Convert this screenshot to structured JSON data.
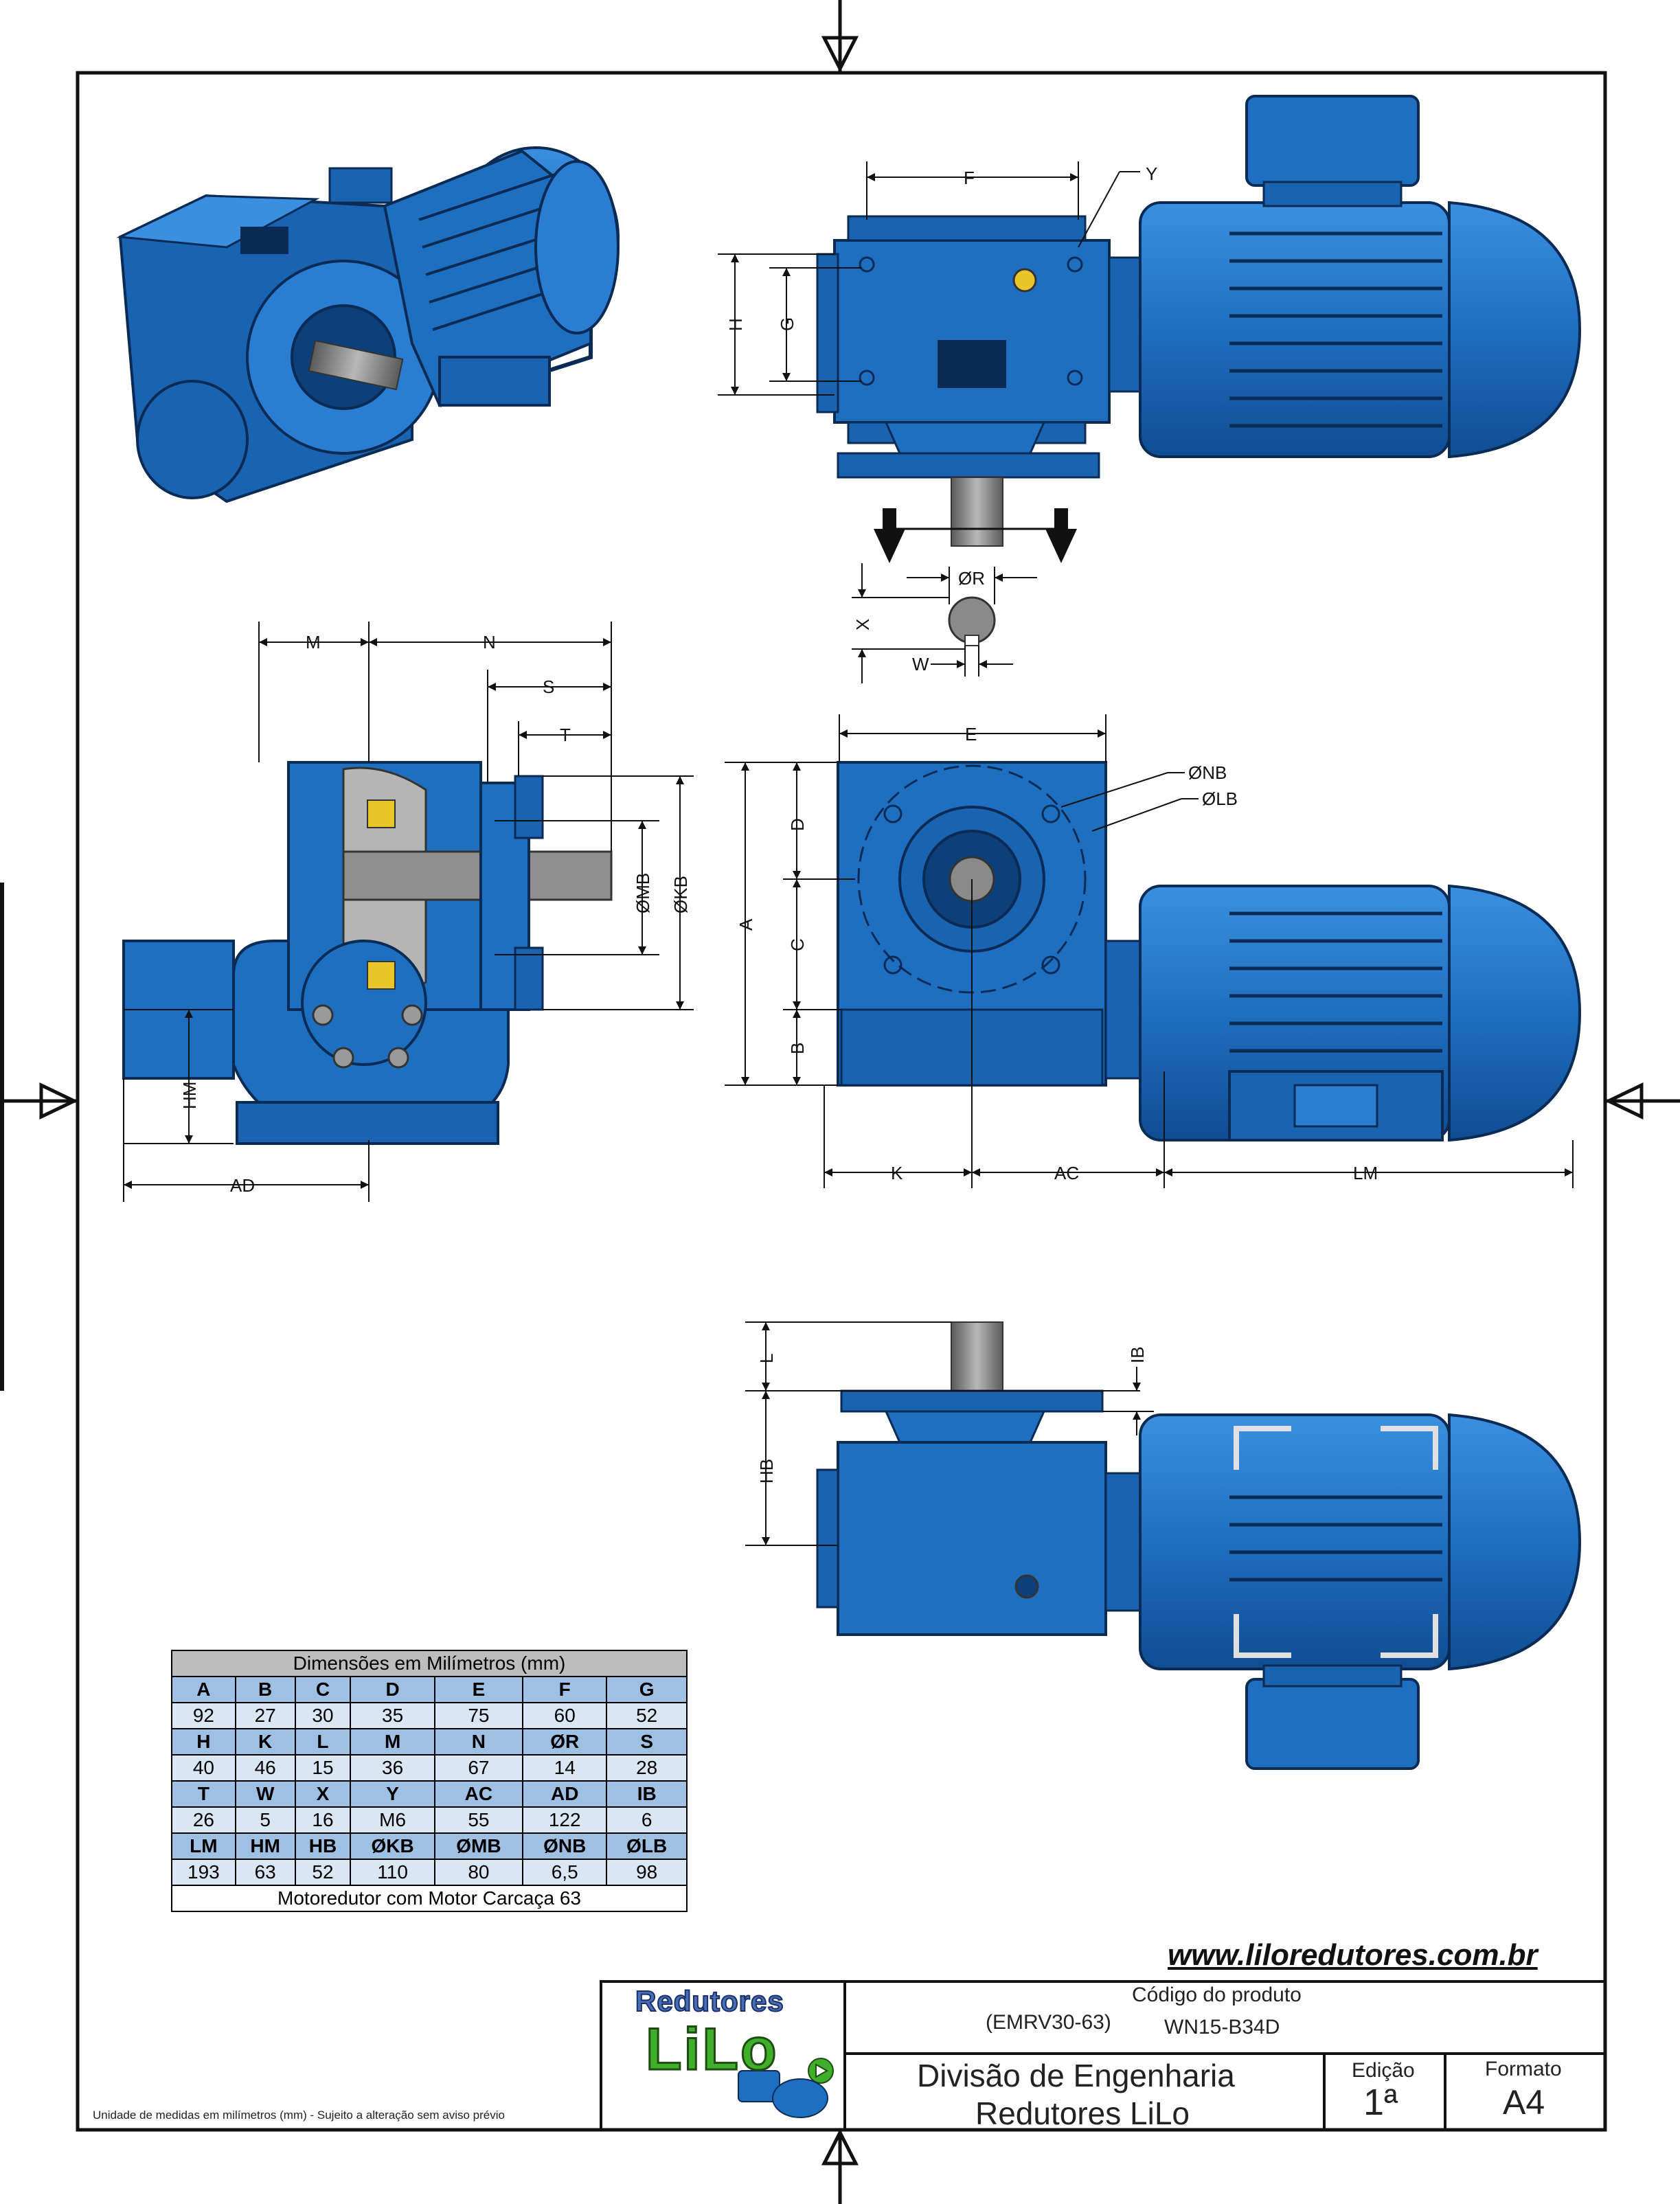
{
  "drawing": {
    "labels": {
      "F": "F",
      "Y": "Y",
      "H": "H",
      "G": "G",
      "R": "ØR",
      "X": "X",
      "W": "W",
      "M": "M",
      "N": "N",
      "S": "S",
      "T": "T",
      "MB": "ØMB",
      "KB": "ØKB",
      "HM": "HM",
      "AD": "AD",
      "E": "E",
      "NB": "ØNB",
      "LB": "ØLB",
      "D": "D",
      "A": "A",
      "C": "C",
      "B": "B",
      "K": "K",
      "AC": "AC",
      "LM": "LM",
      "L": "L",
      "IB": "IB",
      "HB": "HB"
    }
  },
  "table": {
    "caption": "Dimensões em Milímetros (mm)",
    "groups": [
      {
        "headers": [
          "A",
          "B",
          "C",
          "D",
          "E",
          "F",
          "G"
        ],
        "values": [
          "92",
          "27",
          "30",
          "35",
          "75",
          "60",
          "52"
        ]
      },
      {
        "headers": [
          "H",
          "K",
          "L",
          "M",
          "N",
          "ØR",
          "S"
        ],
        "values": [
          "40",
          "46",
          "15",
          "36",
          "67",
          "14",
          "28"
        ]
      },
      {
        "headers": [
          "T",
          "W",
          "X",
          "Y",
          "AC",
          "AD",
          "IB"
        ],
        "values": [
          "26",
          "5",
          "16",
          "M6",
          "55",
          "122",
          "6"
        ]
      },
      {
        "headers": [
          "LM",
          "HM",
          "HB",
          "ØKB",
          "ØMB",
          "ØNB",
          "ØLB"
        ],
        "values": [
          "193",
          "63",
          "52",
          "110",
          "80",
          "6,5",
          "98"
        ]
      }
    ],
    "footer": "Motoredutor com Motor Carcaça 63"
  },
  "website": "www.liloredutores.com.br",
  "footnote": "Unidade de medidas em milímetros (mm) - Sujeito a alteração sem aviso prévio",
  "title_block": {
    "logo_top": "Redutores",
    "logo_main": "LiLo",
    "code_label": "Código do produto",
    "model": "(EMRV30-63)",
    "code": "WN15-B34D",
    "division_line1": "Divisão de Engenharia",
    "division_line2": "Redutores LiLo",
    "edition_label": "Edição",
    "edition_value": "1ª",
    "format_label": "Formato",
    "format_value": "A4"
  },
  "colors": {
    "body_blue": "#1f6fc0",
    "dark_blue": "#0d3f78",
    "shaft_gray": "#8a8a8a"
  }
}
